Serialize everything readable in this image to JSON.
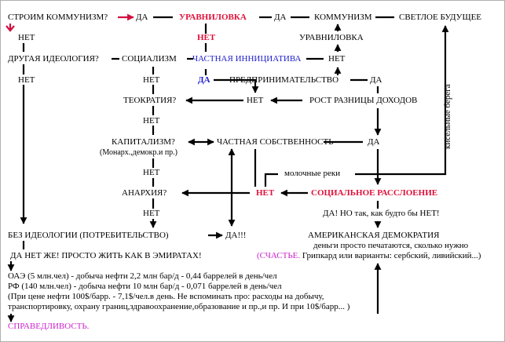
{
  "nodes": {
    "building_communism": "СТРОИМ КОММУНИЗМ?",
    "yes_1": "ДА",
    "equalizing": "УРАВНИЛОВКА",
    "yes_2": "ДА",
    "communism": "КОММУНИЗМ",
    "bright_future": "СВЕТЛОЕ БУДУЩЕЕ",
    "no_1": "НЕТ",
    "no_red_1": "НЕТ",
    "equalizing_2": "УРАВНИЛОВКА",
    "other_ideology": "ДРУГАЯ ИДЕОЛОГИЯ?",
    "socialism": "СОЦИАЛИЗМ",
    "private_initiative": "ЧАСТНАЯ ИННИЦИАТИВА",
    "no_2": "НЕТ",
    "no_3": "НЕТ",
    "no_4": "НЕТ",
    "yes_blue": "ДА",
    "entrepreneurship": "ПРЕДПРИНИМАТЕЛЬСТВО",
    "yes_3": "ДА",
    "theocracy": "ТЕОКРАТИЯ?",
    "no_5": "НЕТ",
    "income_growth": "РОСТ РАЗНИЦЫ ДОХОДОВ",
    "no_6": "НЕТ",
    "capitalism": "КАПИТАЛИЗМ?",
    "capitalism_note": "(Монарх.,демокр.и пр.)",
    "private_property": "ЧАСТНАЯ СОБСТВЕННОСТЬ",
    "yes_4": "ДА",
    "milk_shores": "кисельные берега",
    "no_7": "НЕТ",
    "milk_rivers": "молочные  реки",
    "anarchy": "АНАРХИЯ?",
    "no_red_2": "НЕТ",
    "social_stratification": "СОЦИАЛЬНОЕ РАССЛОЕНИЕ",
    "no_8": "НЕТ",
    "yes_but": "ДА! НО так, как будто бы НЕТ!",
    "no_ideology": "БЕЗ ИДЕОЛОГИИ (ПОТРЕБИТЕЛЬСТВО)",
    "yes_excl": "ДА!!!",
    "american_democracy": "АМЕРИКАНСКАЯ ДЕМОКРАТИЯ",
    "money_printed": "деньги просто печатаются, сколько нужно",
    "emirates": "ДА НЕТ ЖЕ! ПРОСТО ЖИТЬ КАК В ЭМИРАТАХ!",
    "happiness_label": "(СЧАСТЬЕ.",
    "happiness_rest": " Грипкард или варианты: сербский, ливийский...)",
    "justice": "СПРАВЕДЛИВОСТЬ."
  },
  "notes": {
    "uae": "ОАЭ (5 млн.чел) - добыча нефти 2,2 млн бар/д  - 0,44 баррелей в день/чел",
    "rf": "РФ (140 млн.чел) - добыча нефти 10 млн бар/д  - 0,071 баррелей в день/чел",
    "price_1": "(При цене нефти 100$/барр. - 7,1$/чел.в день. Не вспоминать про:  расходы на добычу,",
    "price_2": "транспортировку, охрану границ,здравоохранение,образование и пр.,и пр. И при 10$/барр... )"
  },
  "colors": {
    "red_accent": "#e0103a",
    "blue_accent": "#2020cc",
    "magenta_accent": "#cc22cc"
  }
}
